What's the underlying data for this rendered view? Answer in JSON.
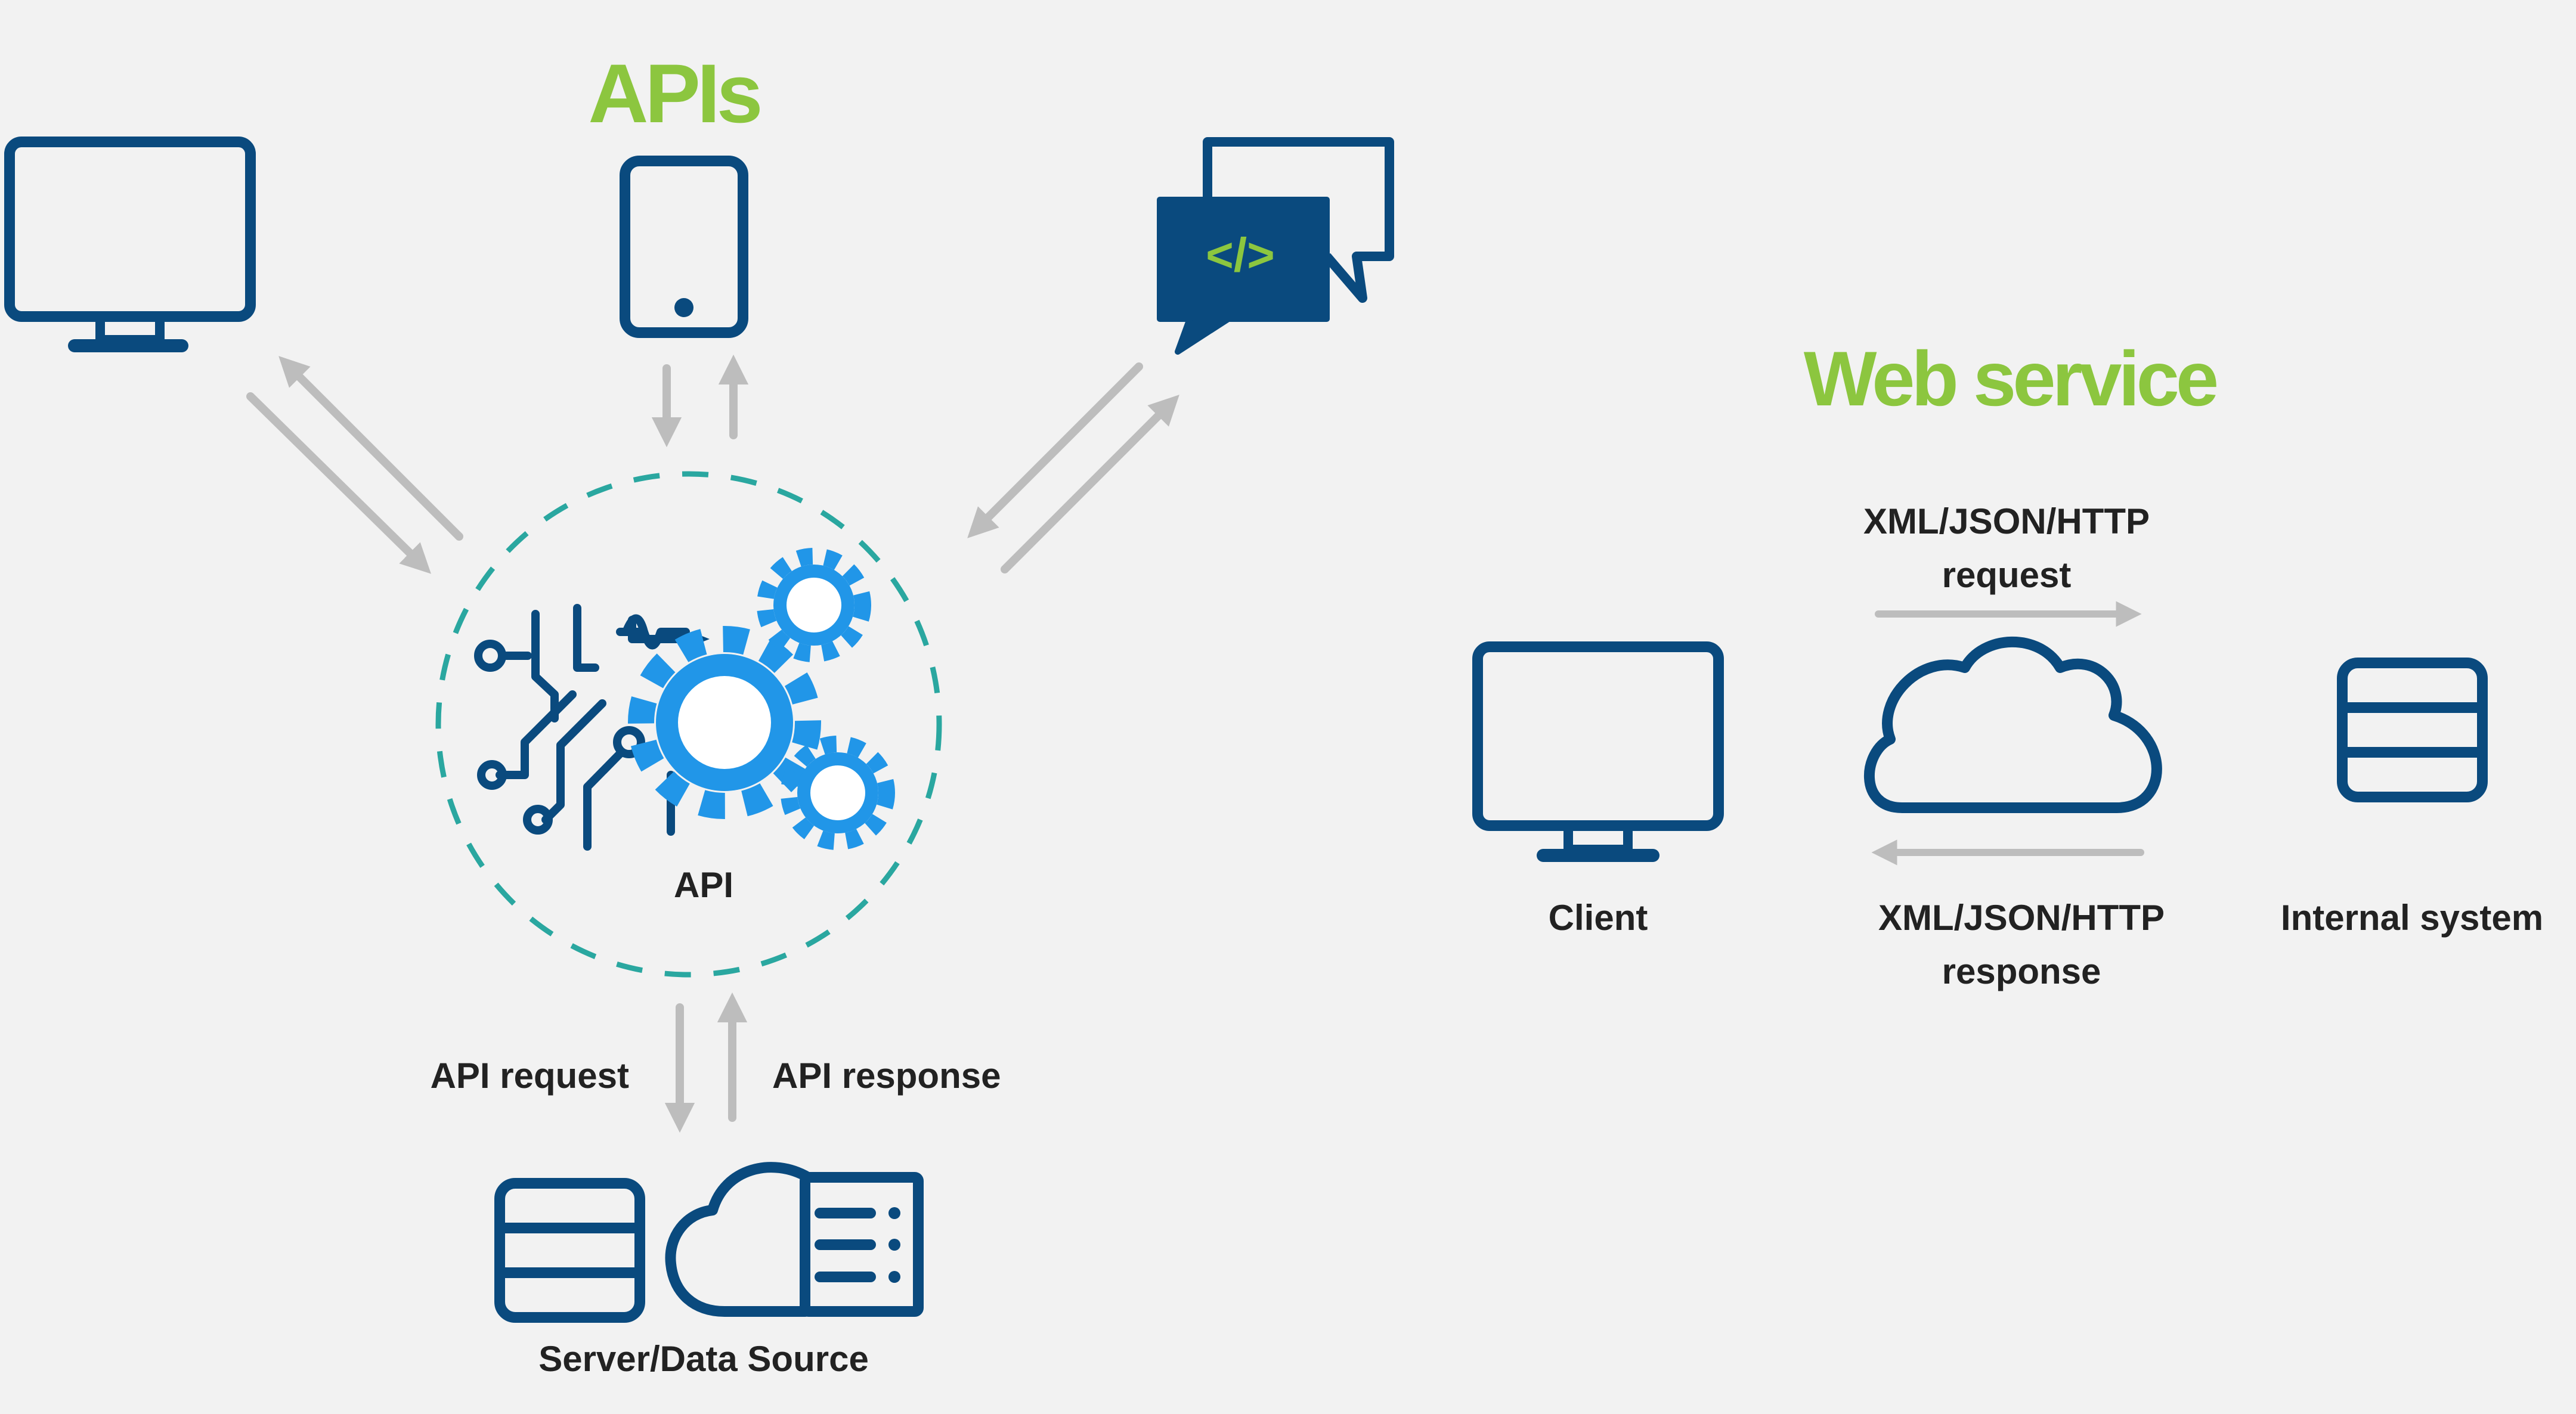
{
  "apis_section": {
    "title": "APIs",
    "center_label": "API",
    "request_label": "API request",
    "response_label": "API response",
    "source_label": "Server/Data Source"
  },
  "web_service_section": {
    "title": "Web service",
    "request_label_line1": "XML/JSON/HTTP",
    "request_label_line2": "request",
    "client_label": "Client",
    "response_label_line1": "XML/JSON/HTTP",
    "response_label_line2": "response",
    "internal_label": "Internal system"
  },
  "icons": {
    "code_symbol": "</>"
  },
  "colors": {
    "title_green": "#8cc63f",
    "icon_navy": "#0a4a7e",
    "gear_blue": "#2196e8",
    "dashed_teal": "#2aa7a0",
    "arrow_gray": "#bdbdbd",
    "label_dark": "#222222"
  }
}
